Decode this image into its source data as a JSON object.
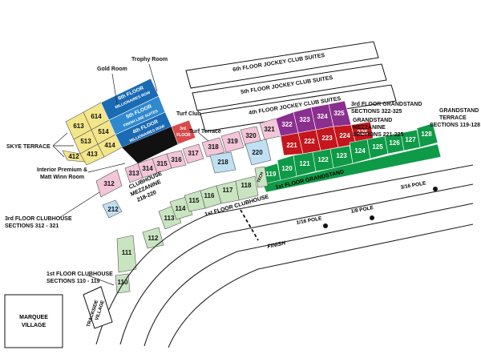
{
  "labels": {
    "suite6": "6th FLOOR JOCKEY CLUB SUITES",
    "suite5": "5th FLOOR JOCKEY CLUB SUITES",
    "suite4": "4th FLOOR JOCKEY CLUB SUITES",
    "gold_room": "Gold Room",
    "trophy_room": "Trophy Room",
    "turf_club": "Turf Club",
    "turf_terrace": "Turf Terrace",
    "skye_terrace": "SKYE TERRACE",
    "interior_premium_1": "Interior Premium &",
    "interior_premium_2": "Matt Winn Room",
    "clubhouse_mezz_1": "CLUBHOUSE",
    "clubhouse_mezz_2": "MEZZANINE",
    "clubhouse_mezz_3": "218-220",
    "third_clubhouse_1": "3rd FLOOR CLUBHOUSE",
    "third_clubhouse_2": "SECTIONS 312 - 321",
    "first_clubhouse_sections_1": "1st FLOOR CLUBHOUSE",
    "first_clubhouse_sections_2": "SECTIONS 110 - 119",
    "first_floor_clubhouse": "1st FLOOR CLUBHOUSE",
    "first_floor_grandstand": "1st FLOOR GRANDSTAND",
    "third_grandstand_1": "3rd FLOOR GRANDSTAND",
    "third_grandstand_2": "SECTIONS 322-325",
    "gs_mezz_1": "GRANDSTAND",
    "gs_mezz_2": "MEZZANINE",
    "gs_mezz_3": "SECTIONS 221-225",
    "gs_terrace_1": "GRANDSTAND",
    "gs_terrace_2": "TERRACE",
    "gs_terrace_3": "SECTIONS 119-128",
    "sixth_floor_1": "6th FLOOR",
    "sixth_floor_2": "MILLIONAIRES ROW",
    "fifth_floor_1": "5th FLOOR",
    "fifth_floor_2": "FINISH LINE SUITES",
    "fourth_floor_1": "4th FLOOR",
    "fourth_floor_2": "MILLIONAIRES ROW",
    "third_floor_small_1": "3rd",
    "third_floor_small_2": "FLOOR",
    "pole_116": "1/16 POLE",
    "pole_18": "1/8 POLE",
    "pole_316": "3/16 POLE",
    "finish": "FINISH",
    "marquee_1": "MARQUEE",
    "marquee_2": "VILLAGE",
    "trackside_1": "TRACKSIDE",
    "trackside_2": "VILLAGE",
    "tech": "TECH"
  },
  "sections": {
    "skye": [
      "613",
      "614",
      "513",
      "514",
      "412",
      "413",
      "414"
    ],
    "clubhouse3": [
      "312",
      "313",
      "314",
      "315",
      "316",
      "317",
      "318",
      "319",
      "320",
      "321"
    ],
    "grandstand3": [
      "322",
      "323",
      "324",
      "325"
    ],
    "mezz": [
      "221",
      "222",
      "223",
      "224",
      "225"
    ],
    "terrace": [
      "119",
      "120",
      "121",
      "122",
      "123",
      "124",
      "125",
      "126",
      "127",
      "128"
    ],
    "clubhouse1": [
      "110",
      "111",
      "112",
      "113",
      "114",
      "115",
      "116",
      "117",
      "118"
    ],
    "misc": [
      "212",
      "218",
      "220"
    ]
  },
  "colors": {
    "yellow": "#f3e58a",
    "pink": "#f2c6d8",
    "purple": "#8b2f8f",
    "red": "#c4161c",
    "green": "#0f9a48",
    "light_green": "#c9e4c0",
    "light_blue": "#bfe0f2",
    "blue": "#1a6bb3",
    "black": "#111111"
  }
}
